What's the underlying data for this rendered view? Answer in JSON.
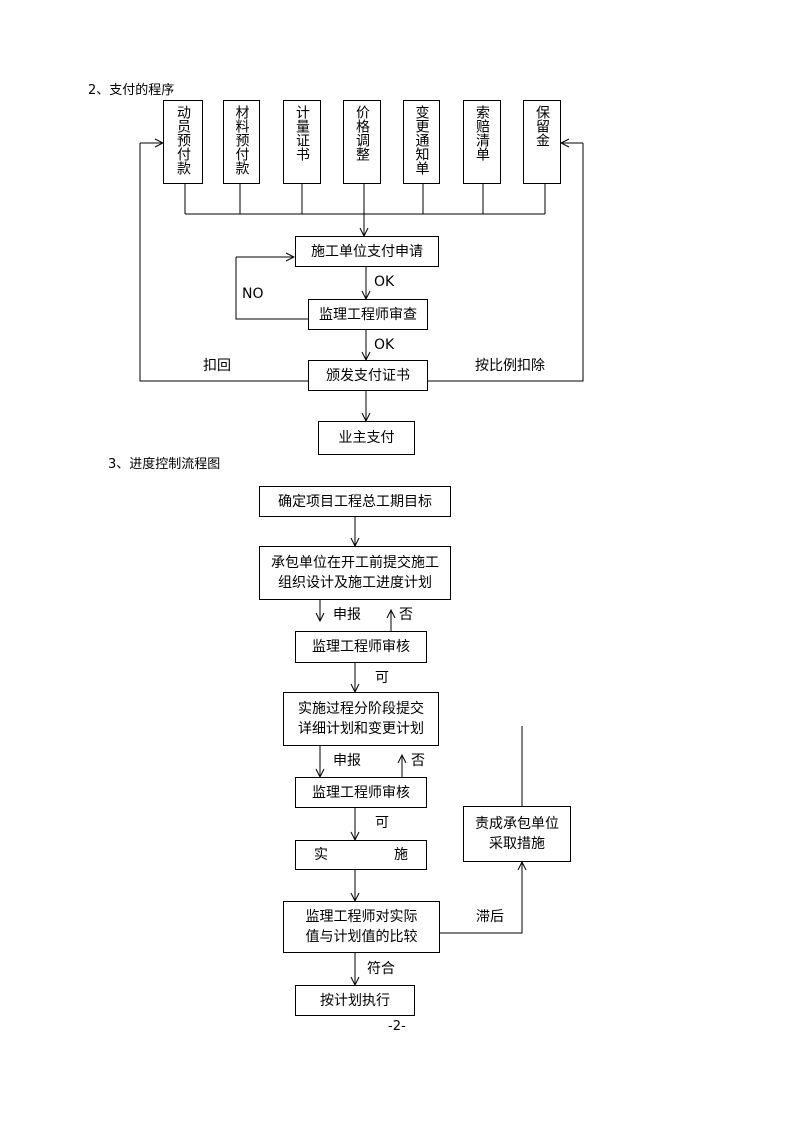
{
  "section2": {
    "title": "2、支付的程序",
    "items": [
      "动员预付款",
      "材料预付款",
      "计量证书",
      "价格调整",
      "变更通知单",
      "索赔清单",
      "保留金"
    ],
    "apply": "施工单位支付申请",
    "review": "监理工程师审查",
    "issue": "颁发支付证书",
    "owner_pay": "业主支付",
    "ok1": "OK",
    "ok2": "OK",
    "no": "NO",
    "deduct_back": "扣回",
    "deduct_ratio": "按比例扣除"
  },
  "section3": {
    "title": "3、进度控制流程图",
    "goal": "确定项目工程总工期目标",
    "submit_line1": "承包单位在开工前提交施工",
    "submit_line2": "组织设计及施工进度计划",
    "report1": "申报",
    "reject1": "否",
    "review1": "监理工程师审核",
    "approve1": "可",
    "stage_line1": "实施过程分阶段提交",
    "stage_line2": "详细计划和变更计划",
    "report2": "申报",
    "reject2": "否",
    "review2": "监理工程师审核",
    "approve2": "可",
    "impl_left": "实",
    "impl_right": "施",
    "compare_line1": "监理工程师对实际",
    "compare_line2": "值与计划值的比较",
    "lag": "滞后",
    "measure_line1": "责成承包单位",
    "measure_line2": "采取措施",
    "match": "符合",
    "execute": "按计划执行"
  },
  "page_number": "-2-"
}
